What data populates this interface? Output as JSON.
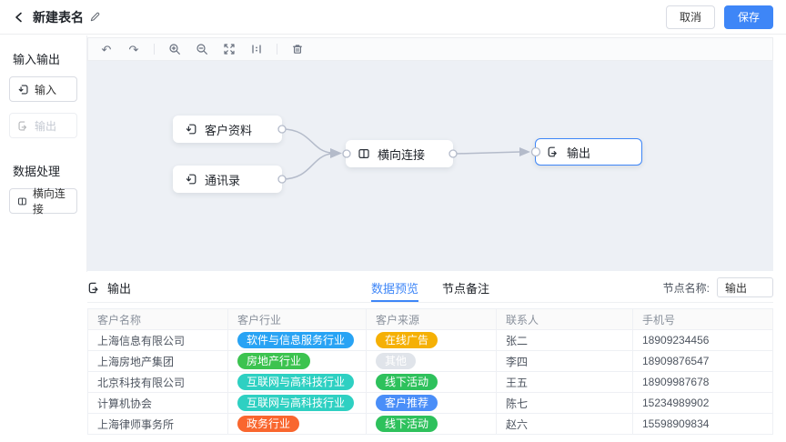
{
  "colors": {
    "accent": "#3e86f7",
    "canvas_bg": "#edf0f5",
    "edge": "#b4bbca",
    "toolbar_bg": "#fafbfc"
  },
  "header": {
    "title": "新建表名",
    "cancel_label": "取消",
    "save_label": "保存"
  },
  "sidebar": {
    "section_io": "输入输出",
    "input_label": "输入",
    "output_label": "输出",
    "section_process": "数据处理",
    "join_label": "横向连接"
  },
  "toolbar": {
    "icons": [
      "undo-icon",
      "redo-icon",
      "zoom-in-icon",
      "zoom-out-icon",
      "fit-view-icon",
      "actual-size-icon",
      "delete-icon"
    ],
    "undo_glyph": "↶",
    "redo_glyph": "↷"
  },
  "canvas": {
    "nodes": [
      {
        "label": "客户资料",
        "type": "input",
        "selected": false
      },
      {
        "label": "通讯录",
        "type": "input",
        "selected": false
      },
      {
        "label": "横向连接",
        "type": "join",
        "selected": false
      },
      {
        "label": "输出",
        "type": "output",
        "selected": true
      }
    ]
  },
  "panel": {
    "node_label": "输出",
    "tabs": [
      {
        "label": "数据预览",
        "active": true
      },
      {
        "label": "节点备注",
        "active": false
      }
    ],
    "node_name_label": "节点名称:",
    "node_name_value": "输出"
  },
  "table": {
    "headers": [
      "客户名称",
      "客户行业",
      "客户来源",
      "联系人",
      "手机号"
    ],
    "pill_colors": {
      "blue": "#28a3f4",
      "amber": "#f5b005",
      "green": "#3cc34f",
      "gray": "#e0e4ea",
      "teal": "#2ed0c2",
      "green2": "#2ec15c",
      "blue2": "#4a8ef8",
      "orange": "#f9662e"
    },
    "rows": [
      {
        "name": "上海信息有限公司",
        "industry": {
          "text": "软件与信息服务行业",
          "color": "blue"
        },
        "source": {
          "text": "在线广告",
          "color": "amber"
        },
        "contact": "张二",
        "phone": "18909234456"
      },
      {
        "name": "上海房地产集团",
        "industry": {
          "text": "房地产行业",
          "color": "green"
        },
        "source": {
          "text": "其他",
          "color": "gray"
        },
        "contact": "李四",
        "phone": "18909876547"
      },
      {
        "name": "北京科技有限公司",
        "industry": {
          "text": "互联网与高科技行业",
          "color": "teal"
        },
        "source": {
          "text": "线下活动",
          "color": "green2"
        },
        "contact": "王五",
        "phone": "18909987678"
      },
      {
        "name": "计算机协会",
        "industry": {
          "text": "互联网与高科技行业",
          "color": "teal"
        },
        "source": {
          "text": "客户推荐",
          "color": "blue2"
        },
        "contact": "陈七",
        "phone": "15234989902"
      },
      {
        "name": "上海律师事务所",
        "industry": {
          "text": "政务行业",
          "color": "orange"
        },
        "source": {
          "text": "线下活动",
          "color": "green2"
        },
        "contact": "赵六",
        "phone": "15598909834"
      }
    ]
  }
}
